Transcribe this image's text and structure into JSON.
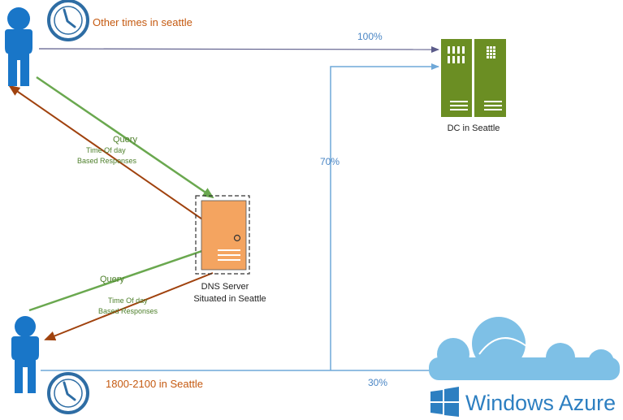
{
  "top_user": {
    "label": "Other times in seattle"
  },
  "bottom_user": {
    "label": "1800-2100 in Seattle"
  },
  "edges": {
    "top_to_dc": "100%",
    "split_to_dc": "70%",
    "split_to_azure": "30%",
    "query_top": "Query",
    "response_top_line1": "Time Of day",
    "response_top_line2": "Based Responses",
    "query_bottom": "Query",
    "response_bottom_line1": "Time Of day",
    "response_bottom_line2": "Based Responses"
  },
  "dns_server": {
    "line1": "DNS Server",
    "line2": "Situated in Seattle"
  },
  "datacenter": {
    "label": "DC in Seattle"
  },
  "azure": {
    "brand": "Windows Azure"
  },
  "colors": {
    "person": "#1976c8",
    "clock": "#2e6da4",
    "user_label": "#c55a11",
    "query_arrow": "#6aa84f",
    "response_arrow": "#a0420e",
    "flow_top": "#5b5b8a",
    "flow_blue": "#6fa8d8",
    "percent_text": "#4a86c5",
    "server_orange": "#f4a460",
    "dc_green": "#6b8e23",
    "cloud": "#7ec0e6",
    "azure_text": "#2d7fc1"
  }
}
